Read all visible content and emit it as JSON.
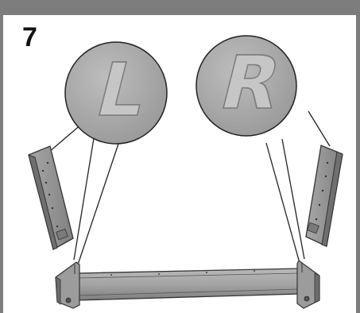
{
  "step": {
    "number": "7"
  },
  "callouts": {
    "left_letter": "L",
    "right_letter": "R"
  },
  "colors": {
    "frame": "#7d7d7d",
    "callout_fill": "#a9a9a9",
    "part_fill": "#9a9a9a",
    "part_dark": "#6f6f6f",
    "line": "#222222"
  }
}
